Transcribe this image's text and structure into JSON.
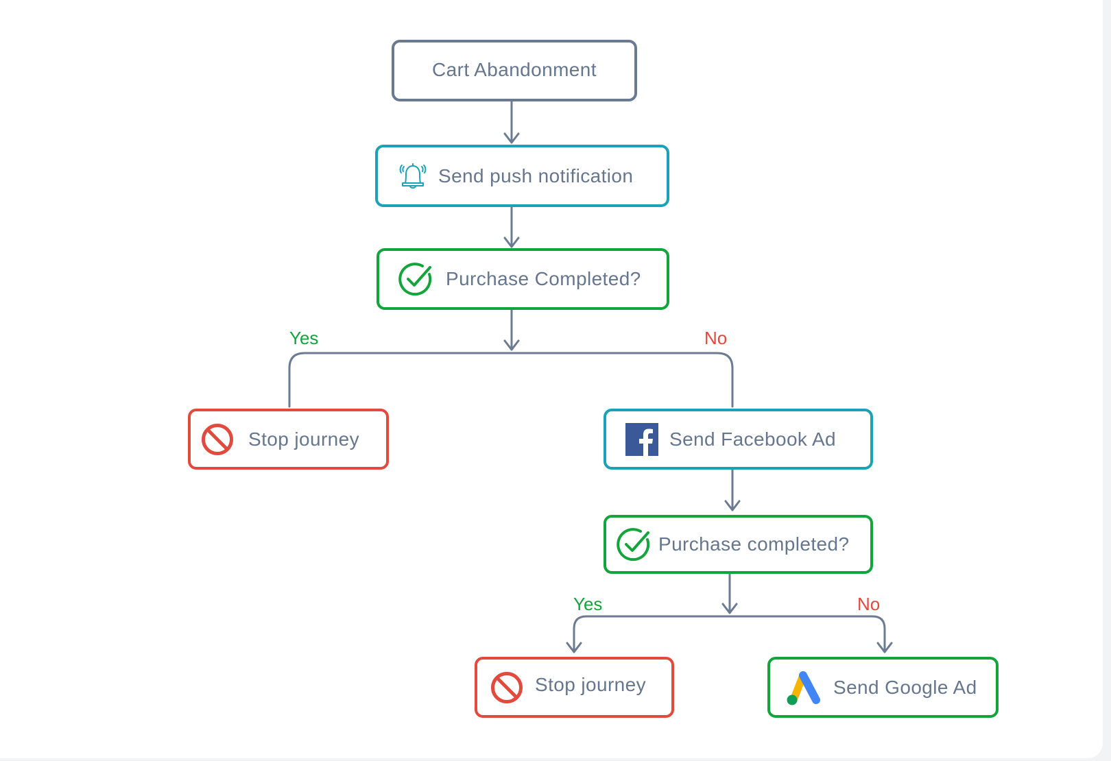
{
  "colors": {
    "start": "#6a7a90",
    "action": "#1ba2b6",
    "check": "#14a43c",
    "stop": "#e24a3e",
    "connector": "#6b7b91",
    "text": "#66768d",
    "yes": "#14a43c",
    "no": "#e24a3e"
  },
  "nodes": {
    "start": {
      "label": "Cart Abandonment"
    },
    "push": {
      "label": "Send push notification",
      "icon": "bell-icon"
    },
    "check1": {
      "label": "Purchase Completed?",
      "icon": "check-circle-icon"
    },
    "stop1": {
      "label": "Stop journey",
      "icon": "no-entry-icon"
    },
    "facebook": {
      "label": "Send Facebook Ad",
      "icon": "facebook-icon"
    },
    "check2": {
      "label": "Purchase completed?",
      "icon": "check-circle-icon"
    },
    "stop2": {
      "label": "Stop journey",
      "icon": "no-entry-icon"
    },
    "google": {
      "label": "Send Google Ad",
      "icon": "google-ads-icon"
    }
  },
  "branches": {
    "check1_yes": "Yes",
    "check1_no": "No",
    "check2_yes": "Yes",
    "check2_no": "No"
  }
}
